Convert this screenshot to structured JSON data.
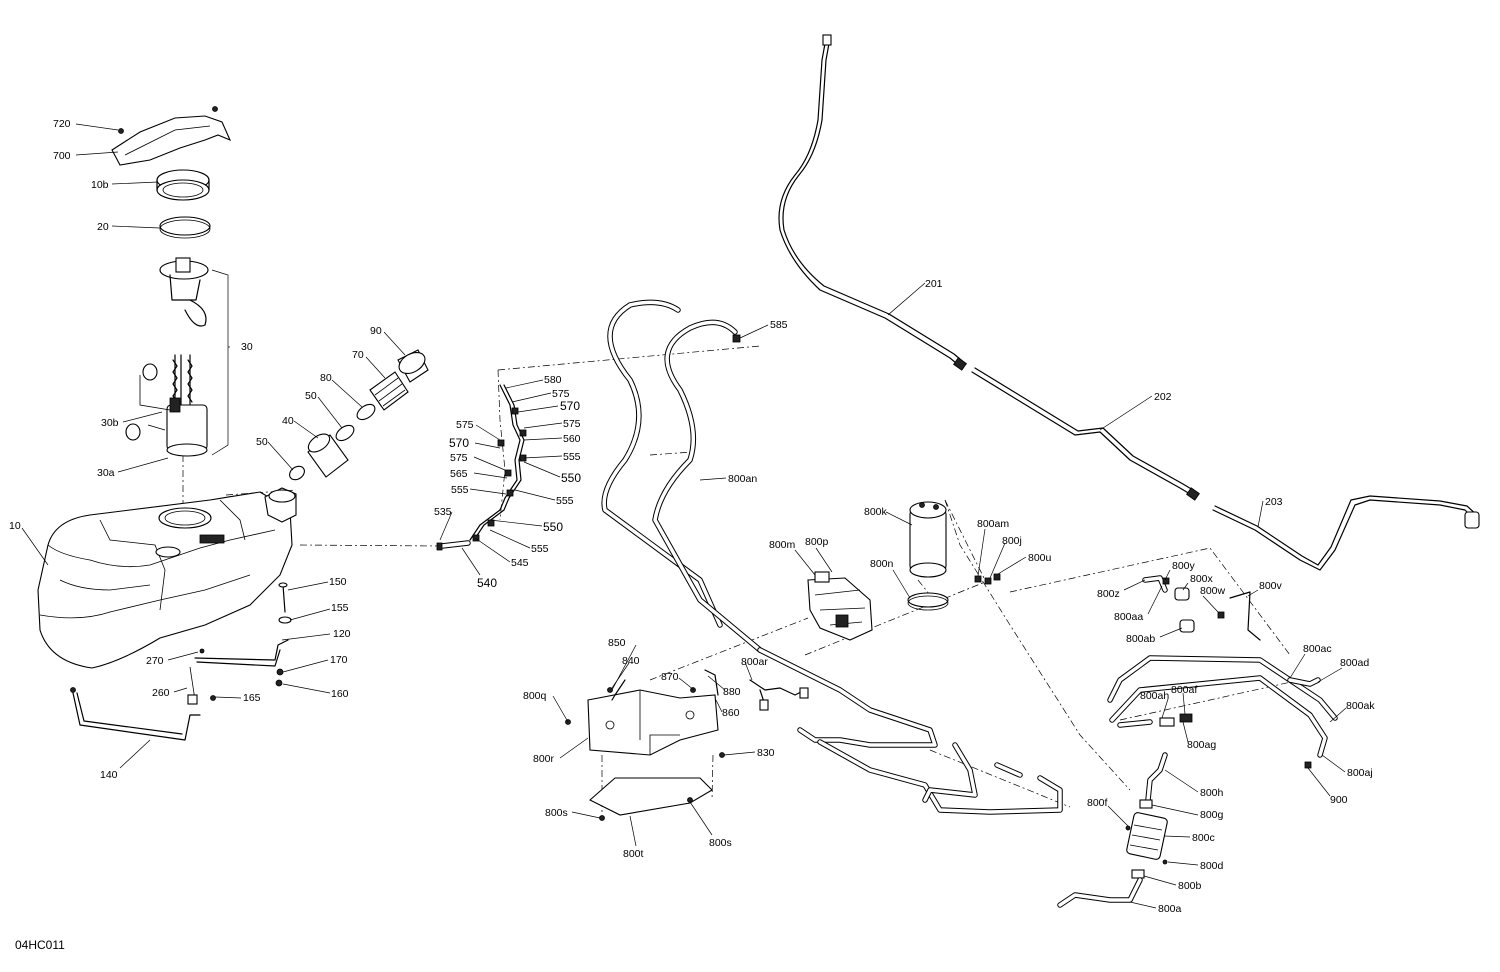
{
  "drawing_id": "04HC011",
  "callouts": [
    {
      "id": "c720",
      "text": "720"
    },
    {
      "id": "c700",
      "text": "700"
    },
    {
      "id": "c10b",
      "text": "10b"
    },
    {
      "id": "c20",
      "text": "20"
    },
    {
      "id": "c30",
      "text": "30"
    },
    {
      "id": "c30b",
      "text": "30b"
    },
    {
      "id": "c30a",
      "text": "30a"
    },
    {
      "id": "c10",
      "text": "10"
    },
    {
      "id": "c90",
      "text": "90"
    },
    {
      "id": "c70",
      "text": "70"
    },
    {
      "id": "c80",
      "text": "80"
    },
    {
      "id": "c50a",
      "text": "50"
    },
    {
      "id": "c40",
      "text": "40"
    },
    {
      "id": "c50b",
      "text": "50"
    },
    {
      "id": "c150",
      "text": "150"
    },
    {
      "id": "c155",
      "text": "155"
    },
    {
      "id": "c120",
      "text": "120"
    },
    {
      "id": "c270",
      "text": "270"
    },
    {
      "id": "c170",
      "text": "170"
    },
    {
      "id": "c260",
      "text": "260"
    },
    {
      "id": "c165",
      "text": "165"
    },
    {
      "id": "c160",
      "text": "160"
    },
    {
      "id": "c140",
      "text": "140"
    },
    {
      "id": "c580",
      "text": "580"
    },
    {
      "id": "c575a",
      "text": "575"
    },
    {
      "id": "c570a",
      "text": "570"
    },
    {
      "id": "c575b",
      "text": "575"
    },
    {
      "id": "c575c",
      "text": "575"
    },
    {
      "id": "c560",
      "text": "560"
    },
    {
      "id": "c570b",
      "text": "570"
    },
    {
      "id": "c575d",
      "text": "575"
    },
    {
      "id": "c555a",
      "text": "555"
    },
    {
      "id": "c565",
      "text": "565"
    },
    {
      "id": "c550a",
      "text": "550"
    },
    {
      "id": "c555b",
      "text": "555"
    },
    {
      "id": "c555c",
      "text": "555"
    },
    {
      "id": "c535",
      "text": "535"
    },
    {
      "id": "c550b",
      "text": "550"
    },
    {
      "id": "c555d",
      "text": "555"
    },
    {
      "id": "c545",
      "text": "545"
    },
    {
      "id": "c540",
      "text": "540"
    },
    {
      "id": "c585",
      "text": "585"
    },
    {
      "id": "c800an",
      "text": "800an"
    },
    {
      "id": "c201",
      "text": "201"
    },
    {
      "id": "c202",
      "text": "202"
    },
    {
      "id": "c203",
      "text": "203"
    },
    {
      "id": "c800k",
      "text": "800k"
    },
    {
      "id": "c800am",
      "text": "800am"
    },
    {
      "id": "c800j",
      "text": "800j"
    },
    {
      "id": "c800u",
      "text": "800u"
    },
    {
      "id": "c800m",
      "text": "800m"
    },
    {
      "id": "c800p",
      "text": "800p"
    },
    {
      "id": "c800n",
      "text": "800n"
    },
    {
      "id": "c800y",
      "text": "800y"
    },
    {
      "id": "c800x",
      "text": "800x"
    },
    {
      "id": "c800z",
      "text": "800z"
    },
    {
      "id": "c800w",
      "text": "800w"
    },
    {
      "id": "c800v",
      "text": "800v"
    },
    {
      "id": "c800aa",
      "text": "800aa"
    },
    {
      "id": "c800ab",
      "text": "800ab"
    },
    {
      "id": "c800ac",
      "text": "800ac"
    },
    {
      "id": "c800ad",
      "text": "800ad"
    },
    {
      "id": "c800ah",
      "text": "800ah"
    },
    {
      "id": "c800af",
      "text": "800af"
    },
    {
      "id": "c800ak",
      "text": "800ak"
    },
    {
      "id": "c800ag",
      "text": "800ag"
    },
    {
      "id": "c800aj",
      "text": "800aj"
    },
    {
      "id": "c900",
      "text": "900"
    },
    {
      "id": "c850",
      "text": "850"
    },
    {
      "id": "c840",
      "text": "840"
    },
    {
      "id": "c800ar",
      "text": "800ar"
    },
    {
      "id": "c870",
      "text": "870"
    },
    {
      "id": "c880",
      "text": "880"
    },
    {
      "id": "c800q",
      "text": "800q"
    },
    {
      "id": "c860",
      "text": "860"
    },
    {
      "id": "c800r",
      "text": "800r"
    },
    {
      "id": "c830",
      "text": "830"
    },
    {
      "id": "c800s1",
      "text": "800s"
    },
    {
      "id": "c800s2",
      "text": "800s"
    },
    {
      "id": "c800t",
      "text": "800t"
    },
    {
      "id": "c800h",
      "text": "800h"
    },
    {
      "id": "c800f",
      "text": "800f"
    },
    {
      "id": "c800g",
      "text": "800g"
    },
    {
      "id": "c800c",
      "text": "800c"
    },
    {
      "id": "c800d",
      "text": "800d"
    },
    {
      "id": "c800b",
      "text": "800b"
    },
    {
      "id": "c800a",
      "text": "800a"
    }
  ]
}
